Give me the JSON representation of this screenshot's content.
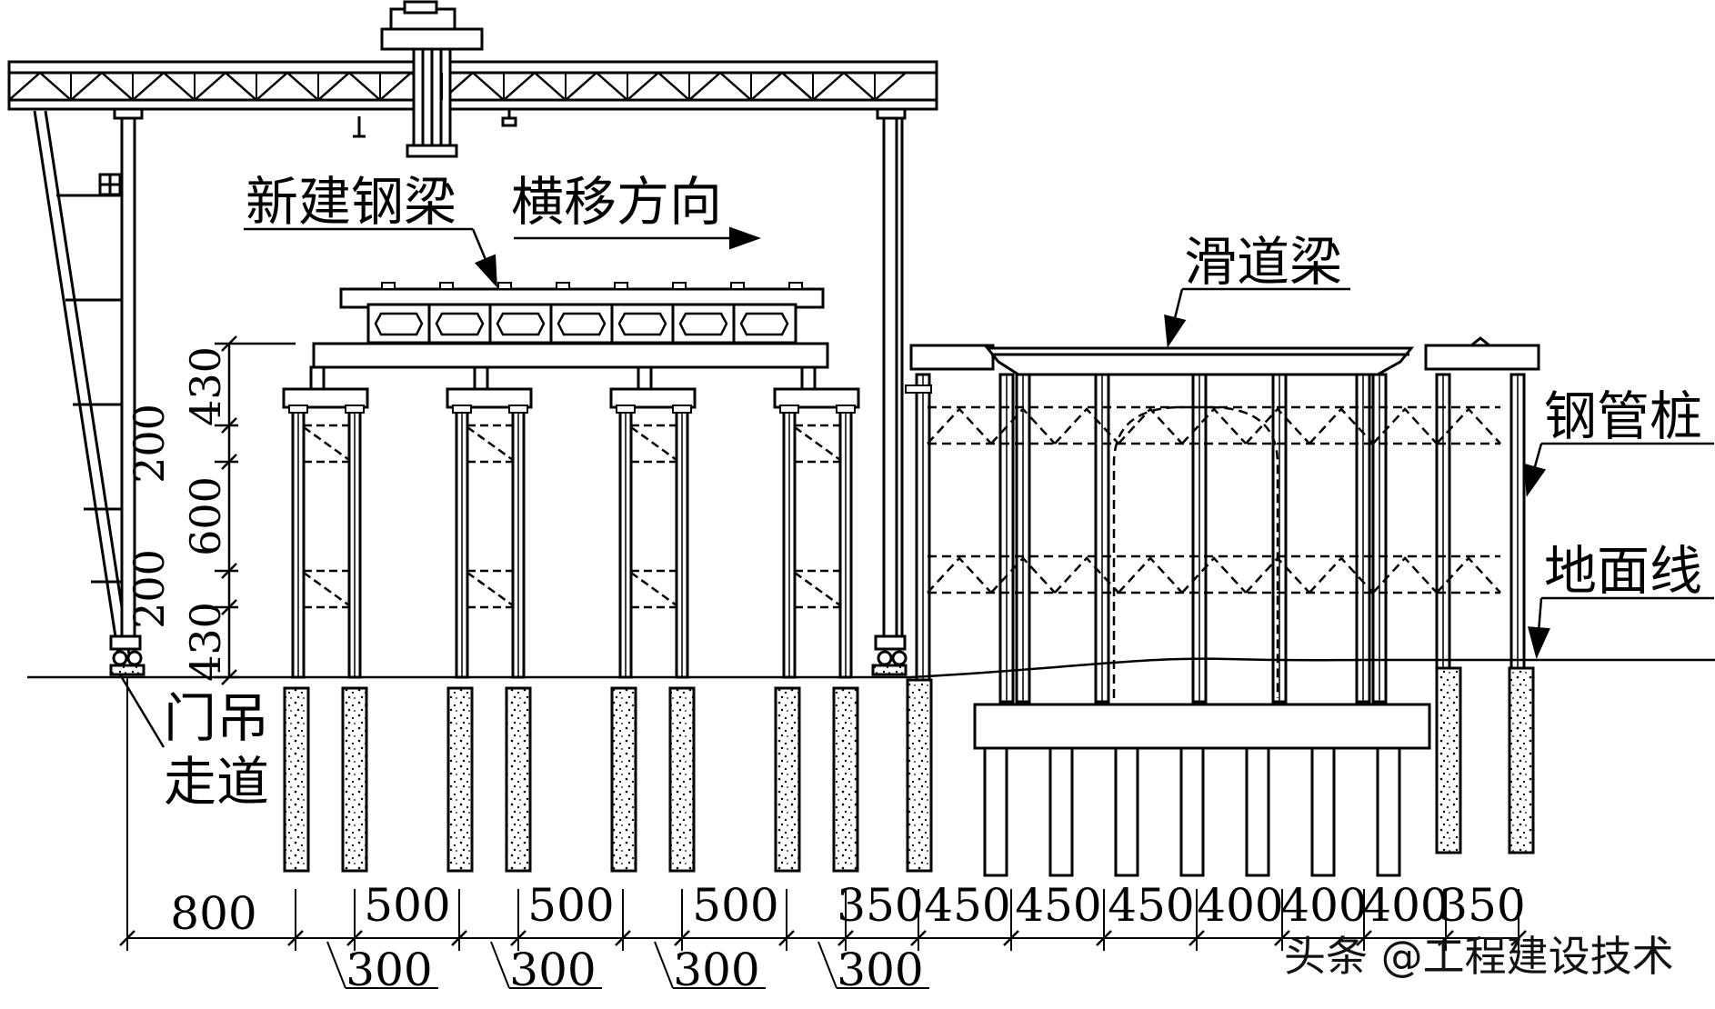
{
  "labels": {
    "new_steel_beam": "新建钢梁",
    "lateral_move_direction": "横移方向",
    "slide_beam": "滑道梁",
    "steel_pipe_pile": "钢管桩",
    "ground_line": "地面线",
    "gantry_walkway_line1": "门吊",
    "gantry_walkway_line2": "走道"
  },
  "vertical_dimensions": [
    "430",
    "200",
    "600",
    "200",
    "430"
  ],
  "bottom_dimensions_row1": [
    "800",
    "500",
    "500",
    "500",
    "350",
    "450",
    "450",
    "450",
    "400",
    "400",
    "400",
    "350"
  ],
  "bottom_dimensions_row2": [
    "300",
    "300",
    "300",
    "300"
  ],
  "watermark": "头条 @工程建设技术"
}
